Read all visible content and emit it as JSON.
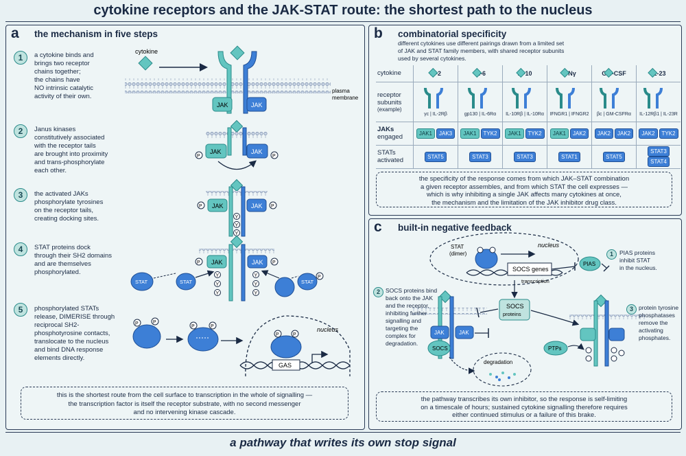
{
  "title": "cytokine receptors and the JAK-STAT route: the shortest path to the nucleus",
  "footer": "a pathway that writes its own stop signal",
  "panel_a": {
    "letter": "a",
    "heading": "the mechanism in five steps",
    "cytokine_label": "cytokine",
    "membrane_label_1": "plasma",
    "membrane_label_2": "membrane",
    "jak": "JAK",
    "stat": "STAT",
    "p": "P",
    "y": "Y",
    "nucleus": "nucleus",
    "gas": "GAS",
    "steps": [
      {
        "num": "1",
        "lines": [
          "a cytokine binds and",
          "brings two receptor",
          "chains together;",
          "the chains have",
          "NO intrinsic catalytic",
          "activity of their own."
        ]
      },
      {
        "num": "2",
        "lines": [
          "Janus kinases",
          "constitutively associated",
          "with the receptor tails",
          "are brought into proximity",
          "and trans-phosphorylate",
          "each other."
        ]
      },
      {
        "num": "3",
        "lines": [
          "the activated JAKs",
          "phosphorylate tyrosines",
          "on the receptor tails,",
          "creating docking sites."
        ]
      },
      {
        "num": "4",
        "lines": [
          "STAT proteins dock",
          "through their SH2 domains",
          "and are themselves",
          "phosphorylated."
        ]
      },
      {
        "num": "5",
        "lines": [
          "phosphorylated STATs",
          "release, DIMERISE through",
          "reciprocal SH2-",
          "phosphotyrosine contacts,",
          "translocate to the nucleus",
          "and bind DNA response",
          "elements directly."
        ]
      }
    ],
    "note": [
      "this is the shortest route from the cell surface to transcription in the whole of signalling —",
      "the transcription factor is itself the receptor substrate, with no second messenger",
      "and no intervening kinase cascade."
    ]
  },
  "panel_b": {
    "letter": "b",
    "heading": "combinatorial specificity",
    "intro": [
      "different cytokines use different pairings drawn from a limited set",
      "of JAK and STAT family members, with shared receptor subunits",
      "used by several cytokines."
    ],
    "row_labels": {
      "cytokine": "cytokine",
      "receptor": [
        "receptor",
        "subunits",
        "(example)"
      ],
      "jaks": [
        "JAKs",
        "engaged"
      ],
      "stats": [
        "STATs",
        "activated"
      ]
    },
    "columns": [
      {
        "cytokine": "IL-2",
        "subunits": [
          "γc",
          "IL-2Rβ"
        ],
        "jaks": [
          "JAK1",
          "JAK3"
        ],
        "stats": [
          "STAT5"
        ]
      },
      {
        "cytokine": "IL-6",
        "subunits": [
          "gp130",
          "IL-6Rα"
        ],
        "jaks": [
          "JAK1",
          "TYK2"
        ],
        "stats": [
          "STAT3"
        ]
      },
      {
        "cytokine": "IL-10",
        "subunits": [
          "IL-10Rβ",
          "IL-10Rα"
        ],
        "jaks": [
          "JAK1",
          "TYK2"
        ],
        "stats": [
          "STAT3"
        ]
      },
      {
        "cytokine": "IFNγ",
        "subunits": [
          "IFNGR1",
          "IFNGR2"
        ],
        "jaks": [
          "JAK1",
          "JAK2"
        ],
        "stats": [
          "STAT1"
        ]
      },
      {
        "cytokine": "GM-CSF",
        "subunits": [
          "βc",
          "GM-CSFRα"
        ],
        "jaks": [
          "JAK2",
          "JAK2"
        ],
        "stats": [
          "STAT5"
        ]
      },
      {
        "cytokine": "IL-23",
        "subunits": [
          "IL-12Rβ1",
          "IL-23R"
        ],
        "jaks": [
          "JAK2",
          "TYK2"
        ],
        "stats": [
          "STAT3",
          "STAT4"
        ]
      }
    ],
    "note": [
      "the specificity of the response comes from which JAK–STAT combination",
      "a given receptor assembles, and from which STAT the cell expresses —",
      "which is why inhibiting a single JAK affects many cytokines at once,",
      "the mechanism and the limitation of the JAK inhibitor drug class."
    ]
  },
  "panel_c": {
    "letter": "c",
    "heading": "built-in negative feedback",
    "stat_dimer": [
      "STAT",
      "(dimer)"
    ],
    "nucleus": "nucleus",
    "socs_genes": "SOCS genes",
    "transcription": "transcription",
    "pias": "PIAS",
    "item1": {
      "num": "1",
      "lines": [
        "PIAS proteins",
        "inhibit STAT",
        "in the nucleus."
      ]
    },
    "item2": {
      "num": "2",
      "lines": [
        "SOCS proteins bind",
        "back onto the JAK",
        "and the receptor,",
        "inhibiting further",
        "signalling and",
        "targeting the",
        "complex for",
        "degradation."
      ]
    },
    "item3": {
      "num": "3",
      "lines": [
        "protein tyrosine",
        "phosphatases",
        "remove the",
        "activating",
        "phosphates."
      ]
    },
    "socs_box": [
      "SOCS",
      "proteins"
    ],
    "socs": "SOCS",
    "jak": "JAK",
    "degradation": "degradation",
    "ptps": "PTPs",
    "note": [
      "the pathway transcribes its own inhibitor, so the response is self-limiting",
      "on a timescale of hours; sustained cytokine signalling therefore requires",
      "either continued stimulus or a failure of this brake."
    ]
  }
}
